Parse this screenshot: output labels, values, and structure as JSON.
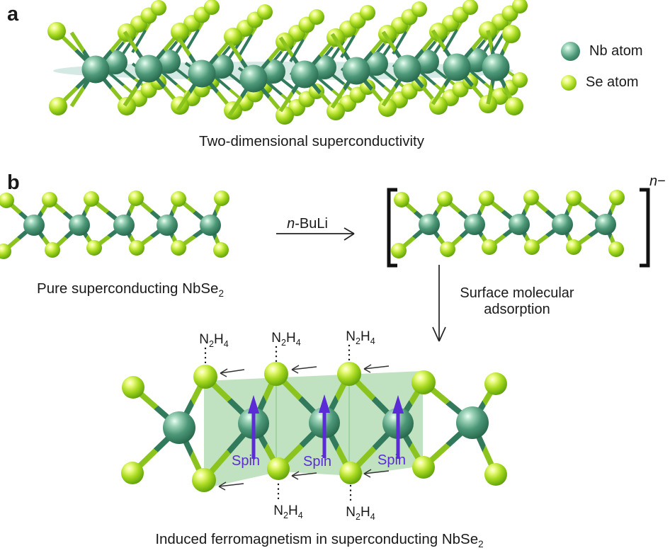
{
  "panel_a": {
    "label": "a",
    "caption": "Two-dimensional superconductivity",
    "legend": {
      "nb_label": "Nb atom",
      "se_label": "Se atom"
    }
  },
  "panel_b": {
    "label": "b",
    "reactant_caption": {
      "text": "Pure superconducting NbSe",
      "sub": "2"
    },
    "reagent": {
      "italic": "n",
      "rest": "-BuLi"
    },
    "charge": {
      "italic": "n",
      "sign": "−"
    },
    "step_label": {
      "line1": "Surface molecular",
      "line2": "adsorption"
    },
    "adsorbate": {
      "n": "N",
      "n_sub": "2",
      "h": "H",
      "h_sub": "4"
    },
    "spin_label": "Spin",
    "product_caption": {
      "text": "Induced ferromagnetism in superconducting NbSe",
      "sub": "2"
    }
  },
  "colors": {
    "nb_atom": "#3f8e6d",
    "se_atom": "#9fd31d",
    "nb_bond": "#327a5c",
    "se_bond": "#8cc41f",
    "spin_arrow": "#5b2bd6",
    "basal_plane": "#cfe7e0",
    "magnetic_shade": "#b9dfb9",
    "text": "#1a1a1a"
  }
}
